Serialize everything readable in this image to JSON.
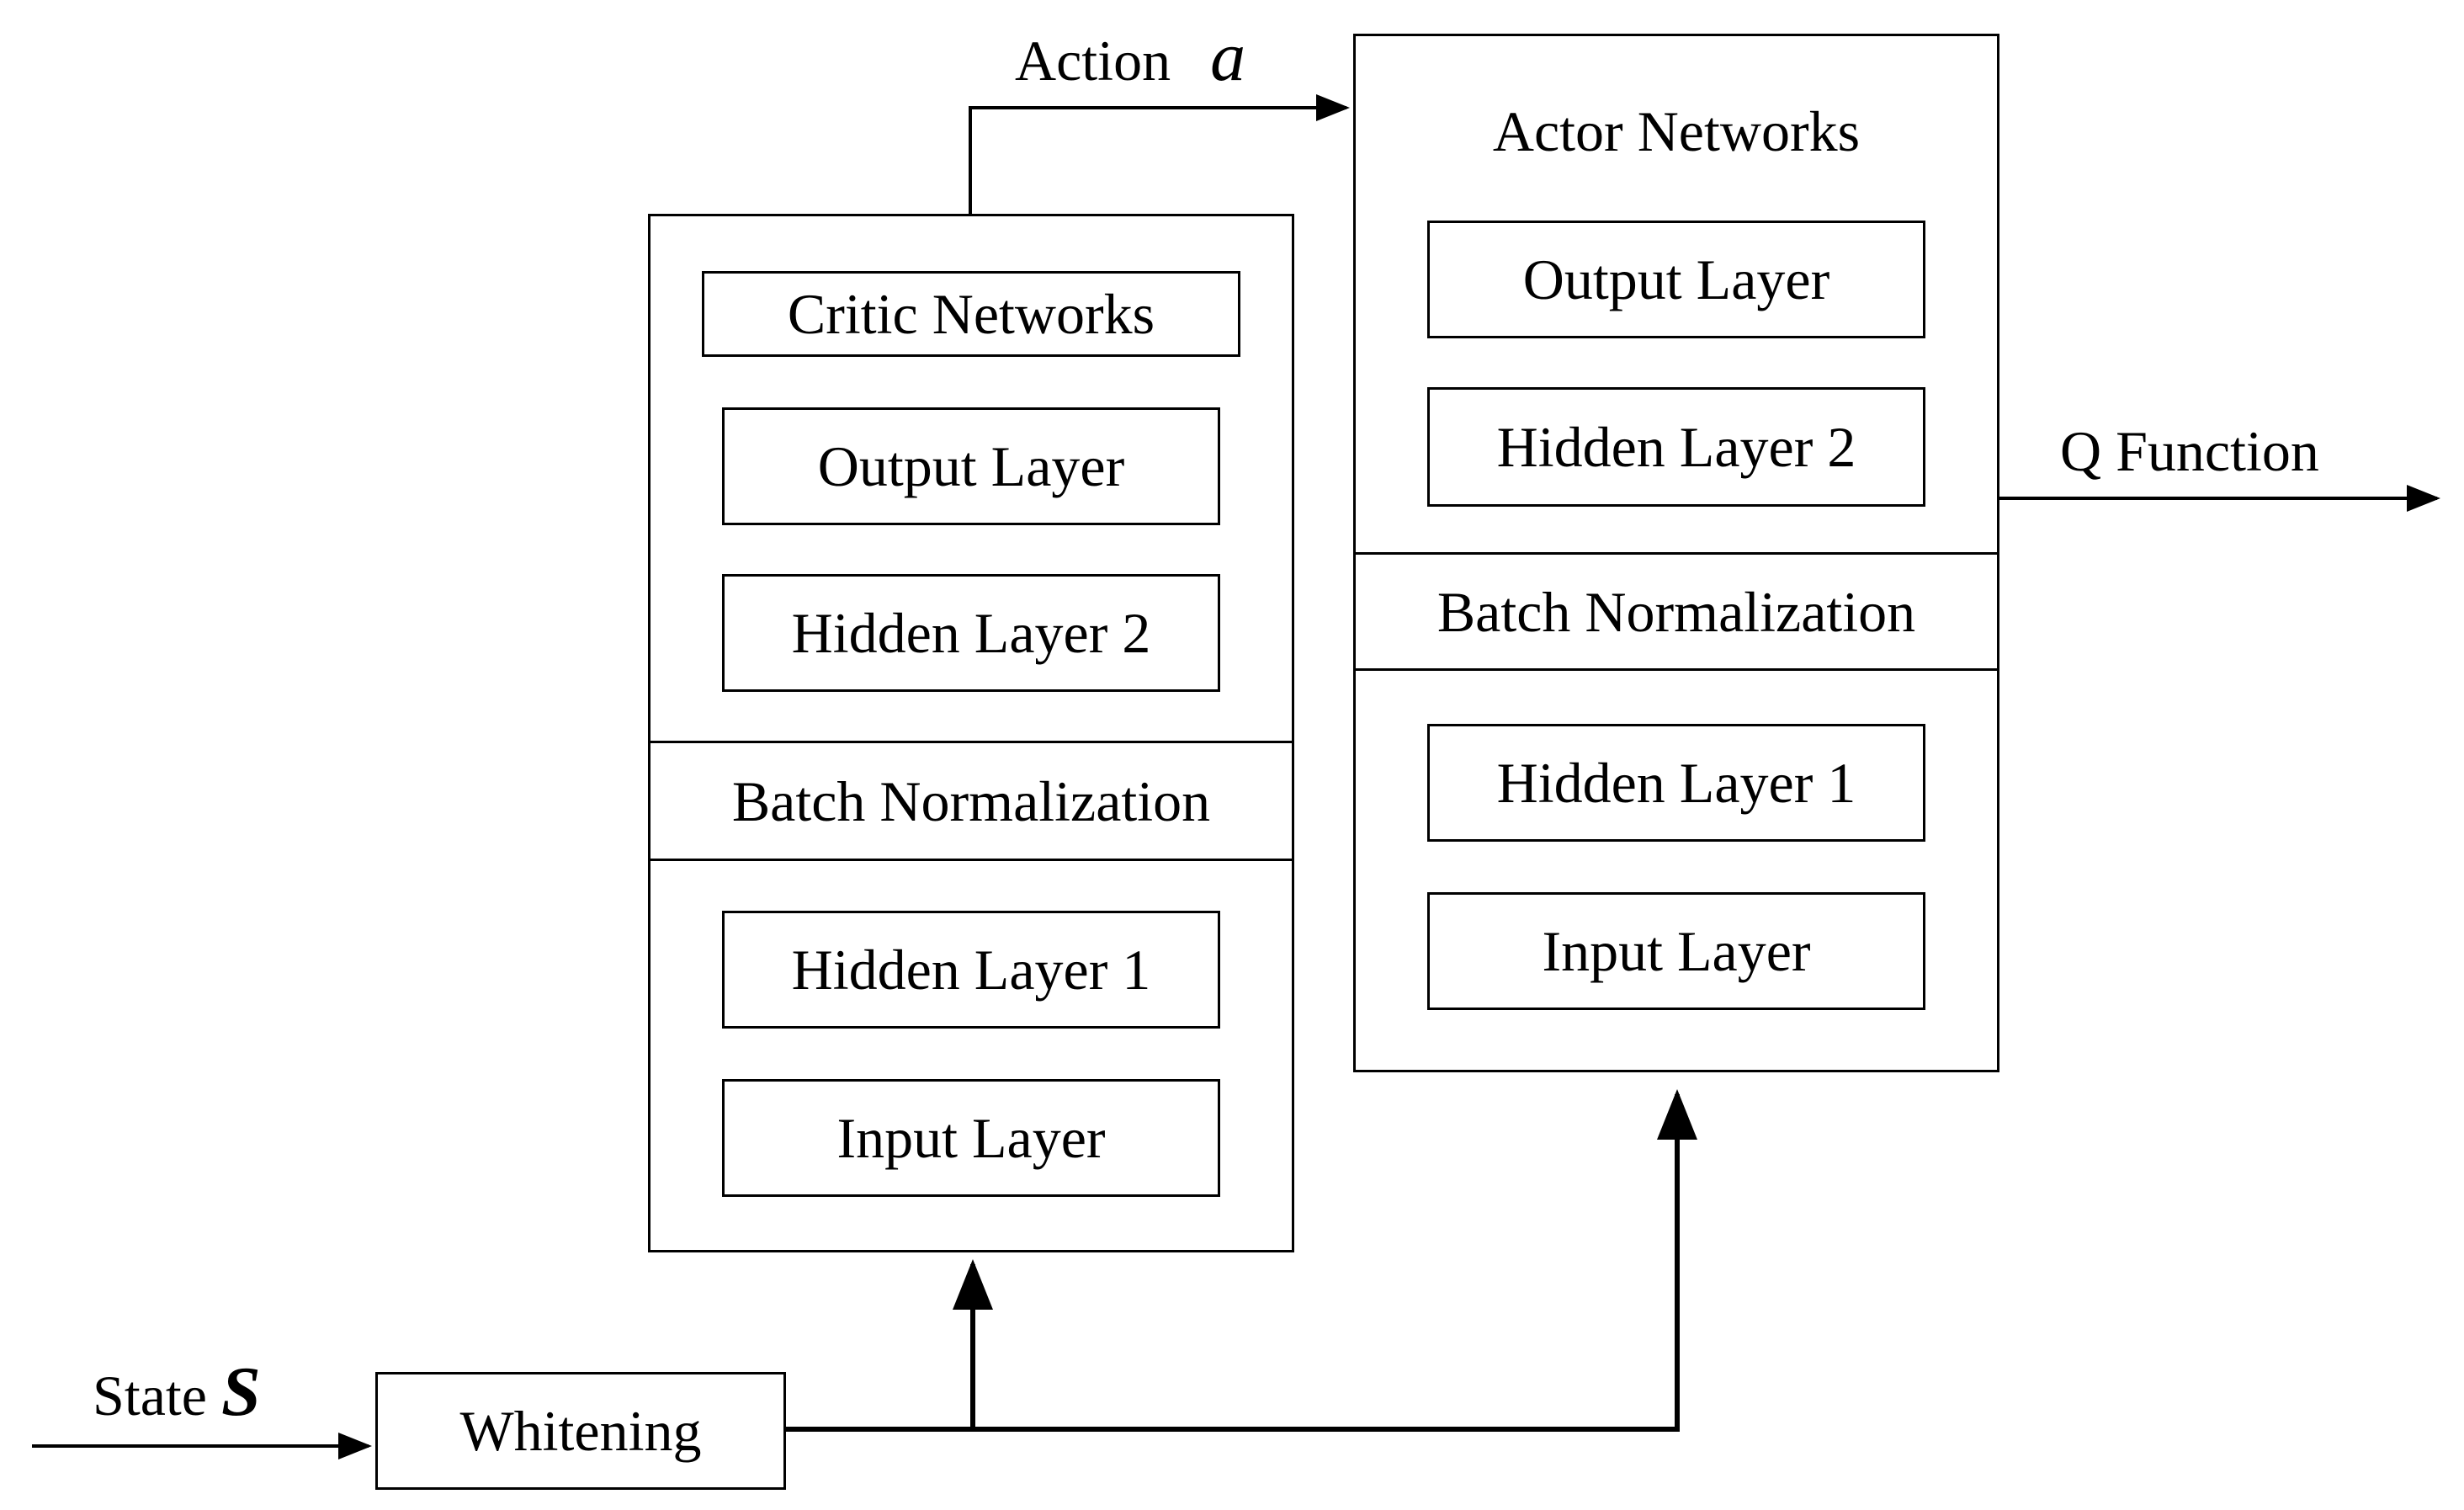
{
  "inputs": {
    "state_label": "State",
    "state_symbol": "S",
    "action_label": "Action",
    "action_symbol": "a"
  },
  "whitening": {
    "label": "Whitening"
  },
  "critic": {
    "title": "Critic Networks",
    "output_layer": "Output Layer",
    "hidden_layer_2": "Hidden Layer 2",
    "batch_norm": "Batch Normalization",
    "hidden_layer_1": "Hidden Layer 1",
    "input_layer": "Input Layer"
  },
  "actor": {
    "title": "Actor Networks",
    "output_layer": "Output Layer",
    "hidden_layer_2": "Hidden Layer 2",
    "batch_norm": "Batch Normalization",
    "hidden_layer_1": "Hidden Layer 1",
    "input_layer": "Input Layer"
  },
  "output": {
    "q_function_label": "Q Function"
  }
}
